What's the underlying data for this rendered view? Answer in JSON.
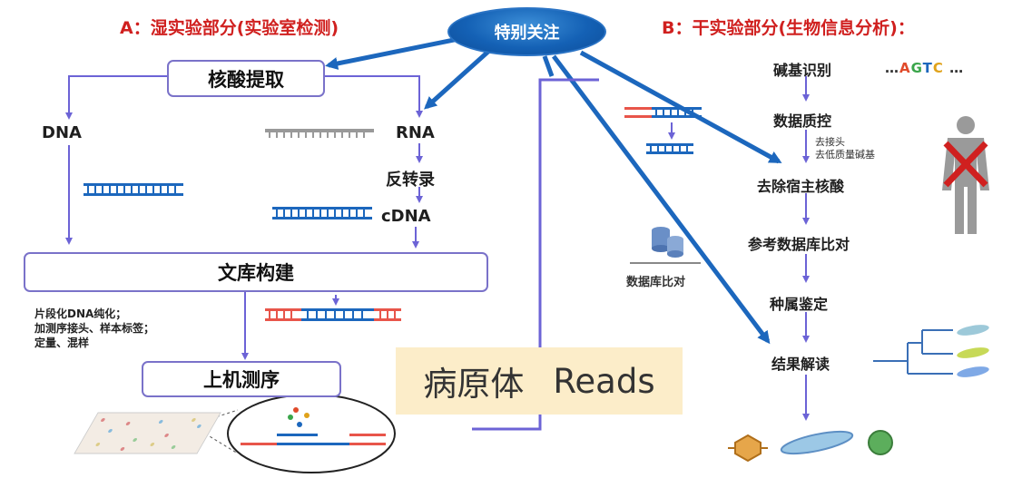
{
  "focus": {
    "label": "特别关注"
  },
  "wet": {
    "title": "A：湿实验部分(实验室检测)",
    "extraction": "核酸提取",
    "dna": "DNA",
    "rna": "RNA",
    "rt": "反转录",
    "cdna": "cDNA",
    "library": "文库构建",
    "library_notes": [
      "片段化DNA纯化；",
      "加测序接头、样本标签；",
      "定量、混样"
    ],
    "sequencing": "上机测序"
  },
  "reads": {
    "left": "病原体",
    "right": "Reads"
  },
  "dry": {
    "title": "B：干实验部分(生物信息分析)：",
    "base_calling": "碱基识别",
    "sequence": {
      "prefix": "…",
      "letters": [
        "A",
        "G",
        "T",
        "C"
      ],
      "suffix": " …"
    },
    "qc": "数据质控",
    "qc_notes": [
      "去接头",
      "去低质量碱基"
    ],
    "host_removal": "去除宿主核酸",
    "db_align": "参考数据库比对",
    "species_id": "种属鉴定",
    "interpretation": "结果解读"
  },
  "db_icon_label": "数据库比对",
  "colors": {
    "red": "#d0201f",
    "purple": "#6c63d6",
    "blue": "#1c67bd",
    "A": "#e04a2a",
    "G": "#3aa54a",
    "T": "#1c67bd",
    "C": "#e0a21a"
  }
}
